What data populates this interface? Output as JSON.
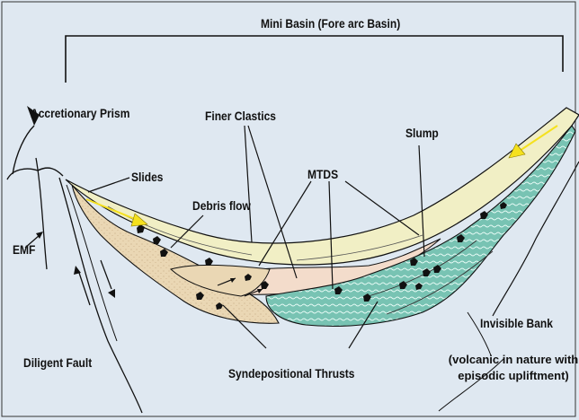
{
  "labels": {
    "mini_basin": "Mini Basin (Fore arc Basin)",
    "accretionary_prism": "Accretionary Prism",
    "finer_clastics": "Finer Clastics",
    "slump": "Slump",
    "slides": "Slides",
    "debris_flow": "Debris flow",
    "mtds": "MTDS",
    "emf": "EMF",
    "diligent_fault": "Diligent Fault",
    "invisible_bank": "Invisible Bank",
    "volcanic_note": "(volcanic in nature with episodic upliftment)",
    "syndepositional_thrusts": "Syndepositional Thrusts"
  },
  "colors": {
    "background": "#dfe8f1",
    "finer_clastics_fill": "#f1efc5",
    "debris_flow_fill": "#ead7b4",
    "mtds_pink_fill": "#f3dccb",
    "slump_fill": "#78c3b3",
    "slide_arrow": "#f5e11e",
    "line": "#111111"
  }
}
